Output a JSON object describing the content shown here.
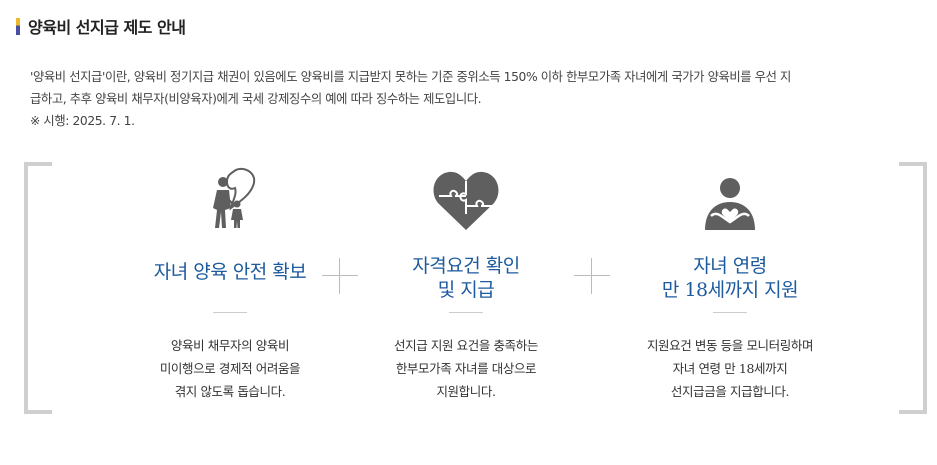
{
  "header": {
    "title": "양육비 선지급 제도 안내"
  },
  "description": {
    "line1": "'양육비 선지급'이란, 양육비 정기지급 채권이 있음에도 양육비를 지급받지 못하는 기준 중위소득 150% 이하 한부모가족 자녀에게 국가가 양육비를 우선 지",
    "line2": "급하고, 추후 양육비 채무자(비양육자)에게 국세 강제징수의 예에 따라 징수하는 제도입니다.",
    "line3": "※ 시행: 2025. 7. 1."
  },
  "features": [
    {
      "icon": "parent-child-icon",
      "title_lines": [
        "자녀 양육 안전 확보"
      ],
      "body_lines": [
        "양육비 채무자의 양육비",
        "미이행으로 경제적 어려움을",
        "겪지 않도록 돕습니다."
      ]
    },
    {
      "icon": "puzzle-heart-icon",
      "title_lines": [
        "자격요건 확인",
        "및 지급"
      ],
      "body_lines": [
        "선지급 지원 요건을 충족하는",
        "한부모가족 자녀를 대상으로",
        "지원합니다."
      ]
    },
    {
      "icon": "person-heart-icon",
      "title_lines": [
        "자녀 연령",
        "만 18세까지 지원"
      ],
      "body_lines": [
        "지원요건 변동 등을 모니터링하며",
        "자녀 연령 만 18세까지",
        "선지급금을 지급합니다."
      ]
    }
  ],
  "colors": {
    "accent_blue": "#1d5a9e",
    "icon_gray": "#5f5f5f",
    "frame_gray": "#cfcfcf",
    "title_bar_yellow": "#f0b92a",
    "title_bar_navy": "#4a4fa2"
  }
}
